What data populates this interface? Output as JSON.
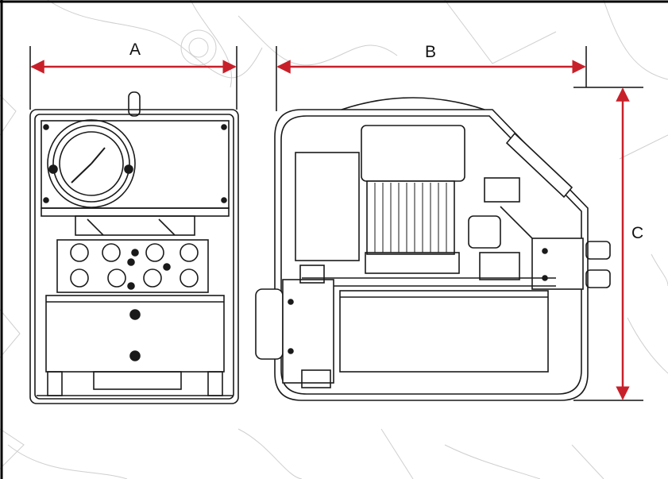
{
  "dimensions": {
    "a_label": "A",
    "b_label": "B",
    "c_label": "C"
  },
  "colors": {
    "dimension_arrow": "#c8202a",
    "line_art": "#1a1a1a",
    "background_sketch": "#c9c9c9",
    "frame": "#000000"
  }
}
